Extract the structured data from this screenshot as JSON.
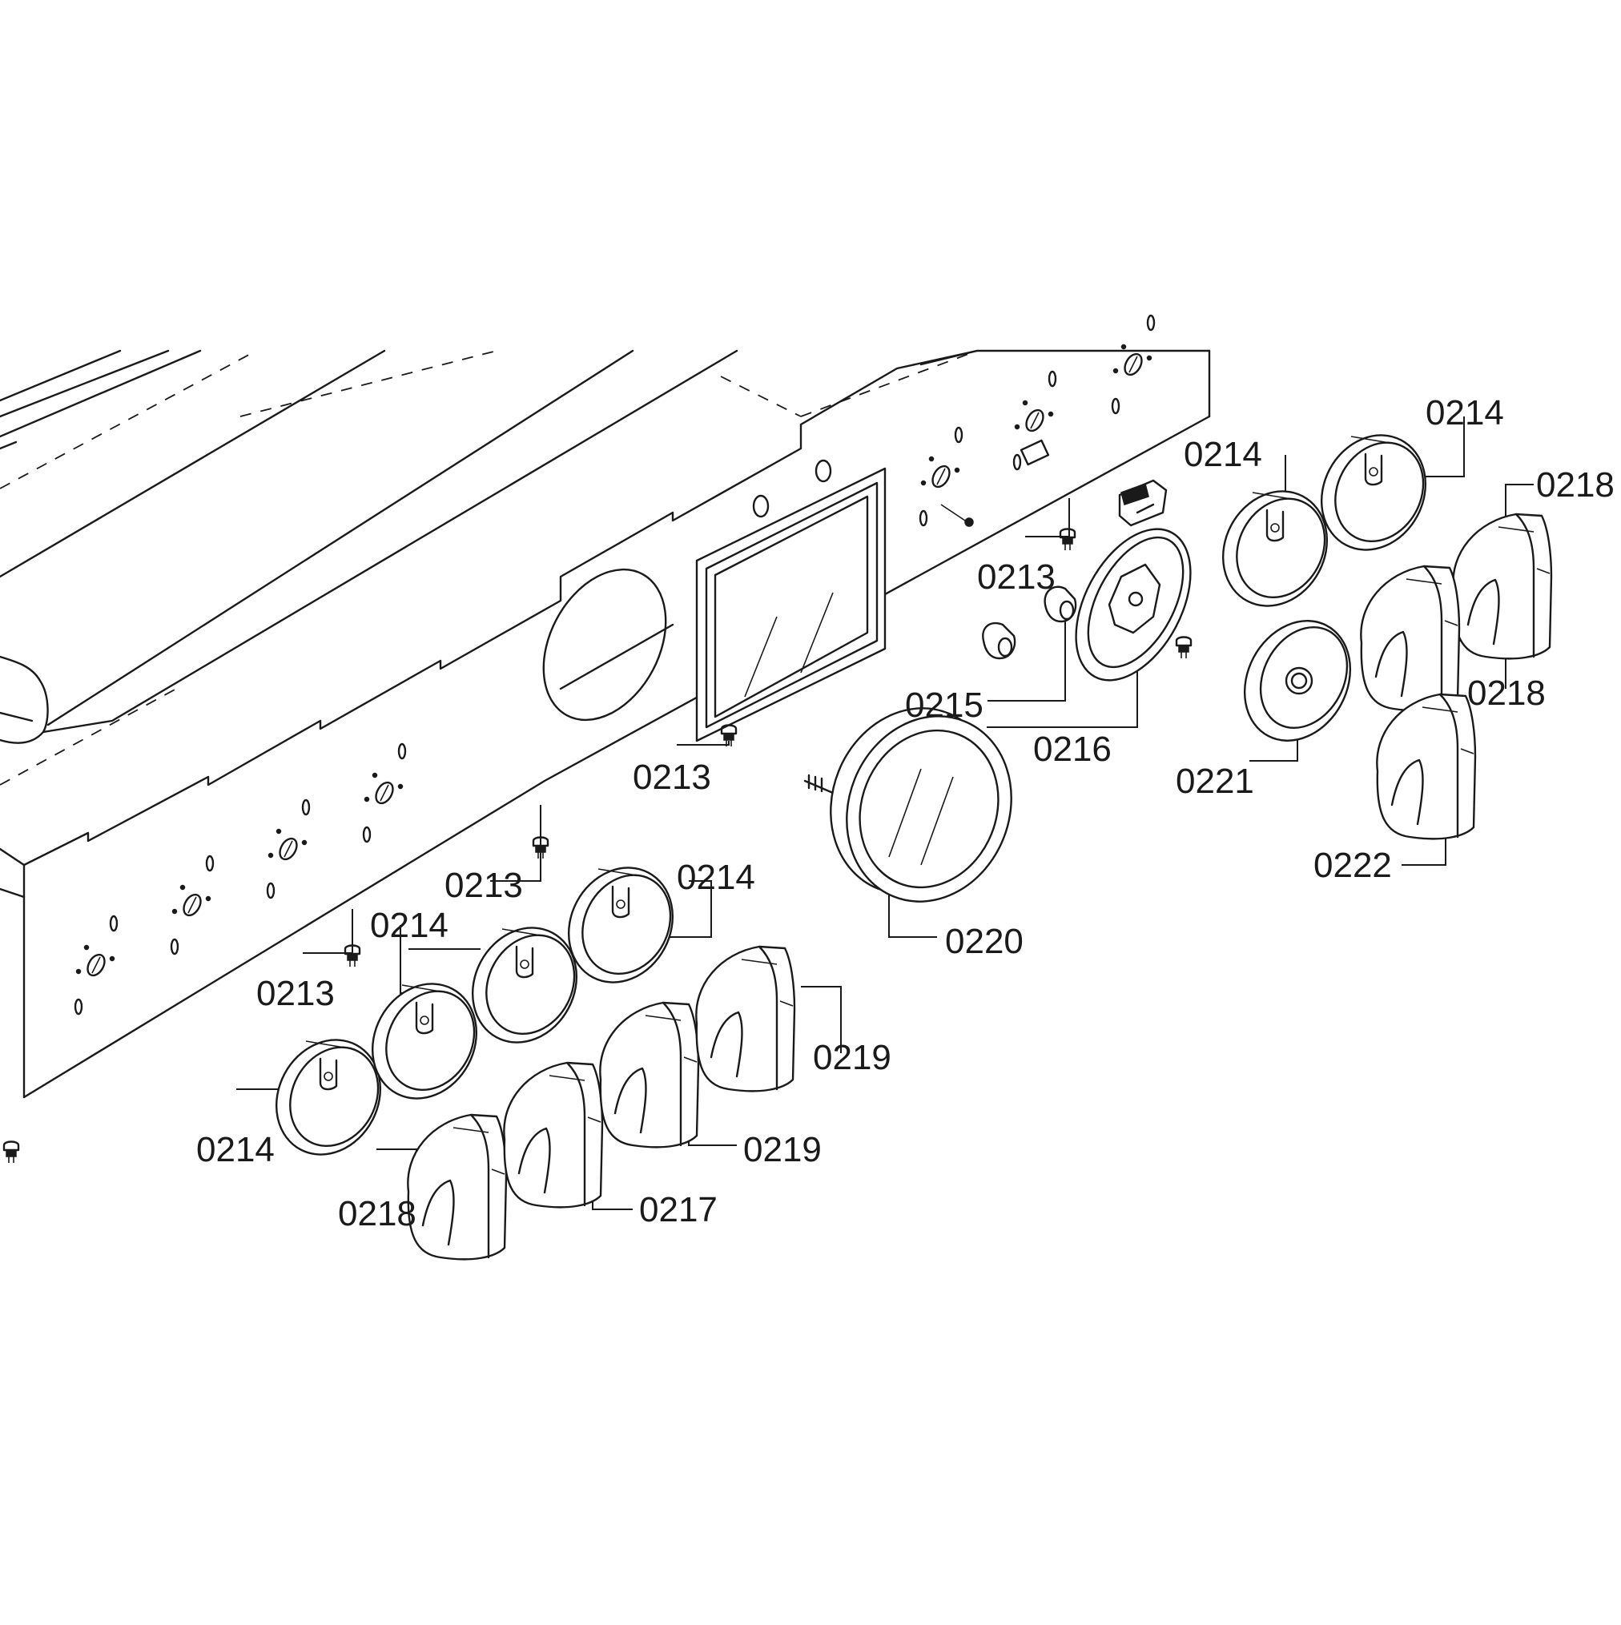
{
  "diagram": {
    "callouts": [
      {
        "id": "c-0213-a",
        "text": "0213"
      },
      {
        "id": "c-0213-b",
        "text": "0213"
      },
      {
        "id": "c-0213-c",
        "text": "0213"
      },
      {
        "id": "c-0213-d",
        "text": "0213"
      },
      {
        "id": "c-0214-a",
        "text": "0214"
      },
      {
        "id": "c-0214-b",
        "text": "0214"
      },
      {
        "id": "c-0214-c",
        "text": "0214"
      },
      {
        "id": "c-0214-d",
        "text": "0214"
      },
      {
        "id": "c-0214-e",
        "text": "0214"
      },
      {
        "id": "c-0215",
        "text": "0215"
      },
      {
        "id": "c-0216",
        "text": "0216"
      },
      {
        "id": "c-0217",
        "text": "0217"
      },
      {
        "id": "c-0218-a",
        "text": "0218"
      },
      {
        "id": "c-0218-b",
        "text": "0218"
      },
      {
        "id": "c-0218-c",
        "text": "0218"
      },
      {
        "id": "c-0219-a",
        "text": "0219"
      },
      {
        "id": "c-0219-b",
        "text": "0219"
      },
      {
        "id": "c-0220",
        "text": "0220"
      },
      {
        "id": "c-0221",
        "text": "0221"
      },
      {
        "id": "c-0222",
        "text": "0222"
      }
    ]
  }
}
